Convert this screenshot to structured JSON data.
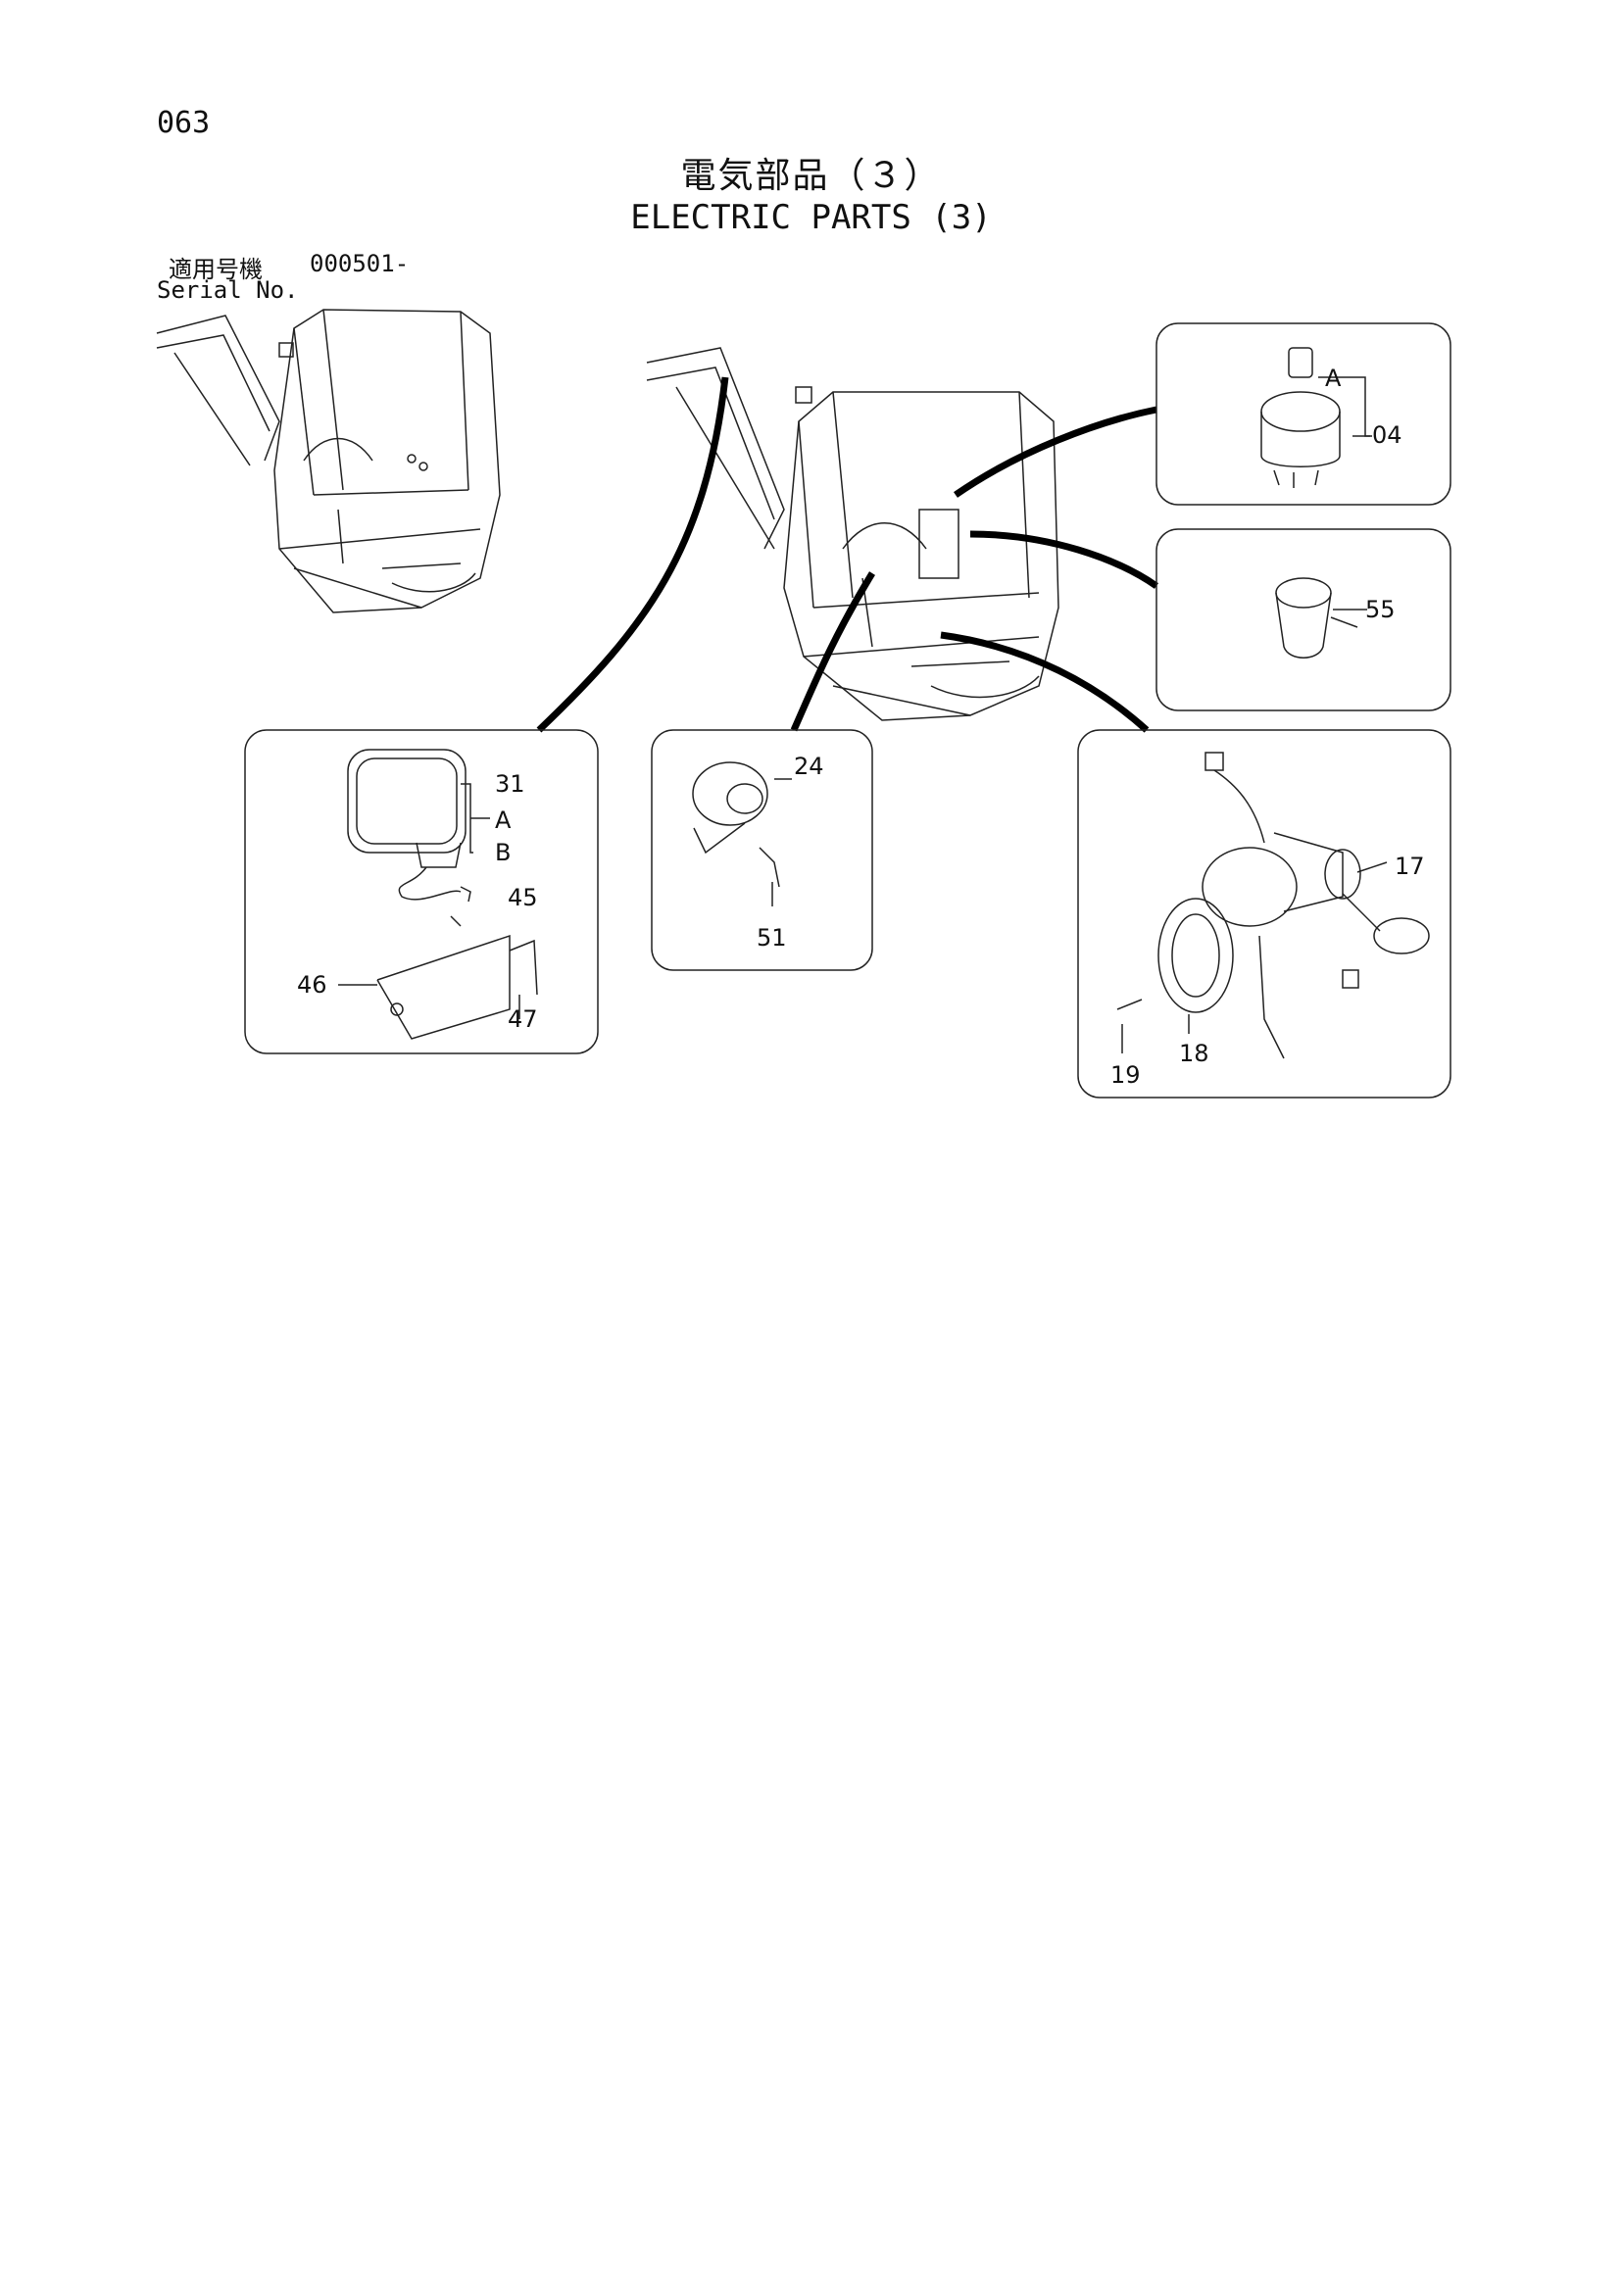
{
  "page_number": "063",
  "title_ja": "電気部品（３）",
  "title_en": "ELECTRIC PARTS (3)",
  "serial": {
    "label_ja": "適用号機",
    "value": "000501-",
    "label_en": "Serial No."
  },
  "callouts": {
    "key_switch": {
      "part": "04",
      "sub": "A"
    },
    "fuel_cap": {
      "part": "55"
    },
    "work_light": {
      "part": "31",
      "sub_a": "A",
      "sub_b": "B",
      "bulb": "45",
      "bracket": "46",
      "bolt": "47"
    },
    "horn": {
      "part": "24",
      "bolt": "51"
    },
    "fuel_sender": {
      "part": "17",
      "gasket": "18",
      "bolt": "19"
    }
  }
}
